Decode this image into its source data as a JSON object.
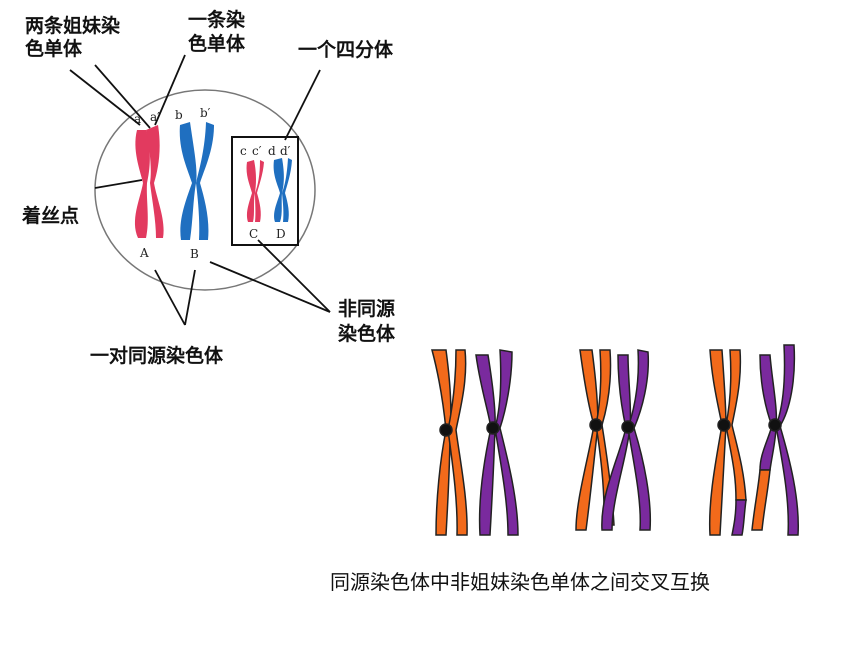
{
  "labels": {
    "sister_chromatids": [
      "两条姐妹染",
      "色单体"
    ],
    "one_chromatid": [
      "一条染",
      "色单体"
    ],
    "tetrad": "一个四分体",
    "centromere": "着丝点",
    "non_homologous": [
      "非同源",
      "染色体"
    ],
    "homologous_pair": "一对同源染色体"
  },
  "letters": {
    "a": "a",
    "a_prime": "a′",
    "b": "b",
    "b_prime": "b′",
    "c": "c",
    "c_prime": "c′",
    "d": "d",
    "d_prime": "d′",
    "A": "A",
    "B": "B",
    "C": "C",
    "D": "D"
  },
  "caption": "同源染色体中非姐妹染色单体之间交叉互换",
  "colors": {
    "red": "#e23a5f",
    "blue": "#1f6fc0",
    "orange": "#f26a1b",
    "purple": "#7a2a9e",
    "outline": "#222222"
  }
}
